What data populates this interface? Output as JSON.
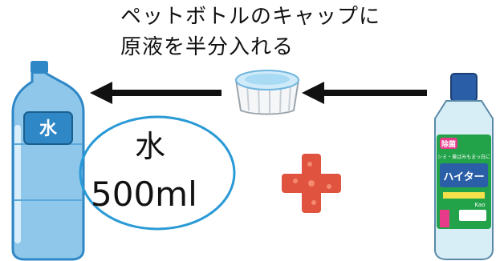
{
  "instruction": {
    "line1": "ペットボトルのキャップに",
    "line2": "原液を半分入れる"
  },
  "water_bottle": {
    "label_char": "水"
  },
  "water_callout": {
    "label": "水",
    "amount": "500ml"
  },
  "bleach_bottle": {
    "brand": "ハイター",
    "tag": "除菌",
    "subtitle": "シミ・黄ばみもまっ白に",
    "maker": "Kao"
  },
  "icons": {
    "plus": "plus-icon",
    "arrow": "left-arrow-icon",
    "cap": "bottle-cap-icon"
  },
  "colors": {
    "bottle_blue": "#2f87c6",
    "bottle_light": "#9fd0ec",
    "callout_stroke": "#2a9ad6",
    "plus": "#e0533e",
    "bleach_green": "#22a34a",
    "bleach_blue": "#2a5fa8"
  }
}
